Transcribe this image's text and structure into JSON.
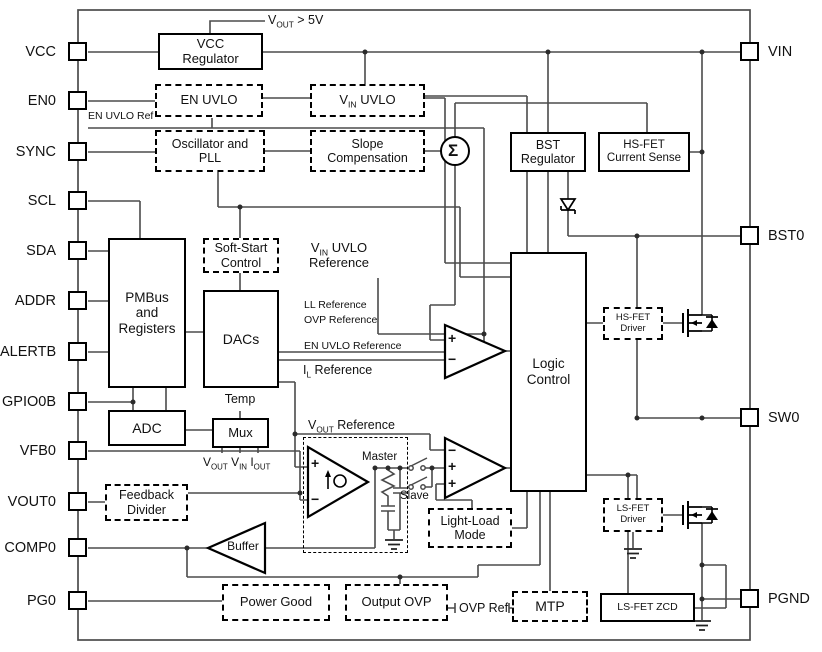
{
  "title": "Power converter functional block diagram",
  "colors": {
    "wire": "#4b4b4b",
    "ink": "#000000",
    "background": "#ffffff"
  },
  "pins": {
    "left": [
      {
        "label": "VCC"
      },
      {
        "label": "EN0"
      },
      {
        "label": "SYNC"
      },
      {
        "label": "SCL"
      },
      {
        "label": "SDA"
      },
      {
        "label": "ADDR"
      },
      {
        "label": "ALERTB"
      },
      {
        "label": "GPIO0B"
      },
      {
        "label": "VFB0"
      },
      {
        "label": "VOUT0"
      },
      {
        "label": "COMP0"
      },
      {
        "label": "PG0"
      }
    ],
    "right": [
      {
        "label": "VIN"
      },
      {
        "label": "BST0"
      },
      {
        "label": "SW0"
      },
      {
        "label": "PGND"
      }
    ]
  },
  "blocks": {
    "vcc_regulator": "VCC\nRegulator",
    "en_uvlo": "EN UVLO",
    "oscillator_pll": "Oscillator and\nPLL",
    "slope_compensation": "Slope\nCompensation",
    "bst_regulator": "BST\nRegulator",
    "hs_fet_current_sense": "HS-FET\nCurrent Sense",
    "pmbus_registers": "PMBus\nand\nRegisters",
    "soft_start_control": "Soft-Start\nControl",
    "dacs": "DACs",
    "logic_control": "Logic\nControl",
    "adc": "ADC",
    "mux": "Mux",
    "feedback_divider": "Feedback\nDivider",
    "light_load_mode": "Light-Load\nMode",
    "power_good": "Power Good",
    "output_ovp": "Output OVP",
    "mtp": "MTP",
    "ls_fet_zcd": "LS-FET ZCD",
    "hs_fet_driver": "HS-FET\nDriver",
    "ls_fet_driver": "LS-FET\nDriver",
    "buffer": "Buffer"
  },
  "labels": {
    "vout_gt_5v": {
      "pre": "V",
      "sub": "OUT",
      "post": " > 5V"
    },
    "vin_uvlo": {
      "pre": "V",
      "sub": "IN",
      "post": " UVLO"
    },
    "en_uvlo_ref": "EN UVLO Ref",
    "vin_uvlo_reference": {
      "pre": "V",
      "sub": "IN",
      "post": " UVLO",
      "line2": "Reference"
    },
    "ll_reference": "LL Reference",
    "ovp_reference": "OVP Reference",
    "en_uvlo_reference": "EN UVLO Reference",
    "il_reference": {
      "pre": "I",
      "sub": "L",
      "post": " Reference"
    },
    "temp": "Temp",
    "mux_vout": {
      "pre": "V",
      "sub": "OUT"
    },
    "mux_vin": {
      "pre": "V",
      "sub": "IN"
    },
    "mux_iout": {
      "pre": "I",
      "sub": "OUT"
    },
    "vout_reference": {
      "pre": "V",
      "sub": "OUT",
      "post": " Reference"
    },
    "master": "Master",
    "slave": "Slave",
    "ovp_ref": "OVP Ref",
    "sigma": "Σ",
    "plus": "+",
    "minus": "−"
  }
}
